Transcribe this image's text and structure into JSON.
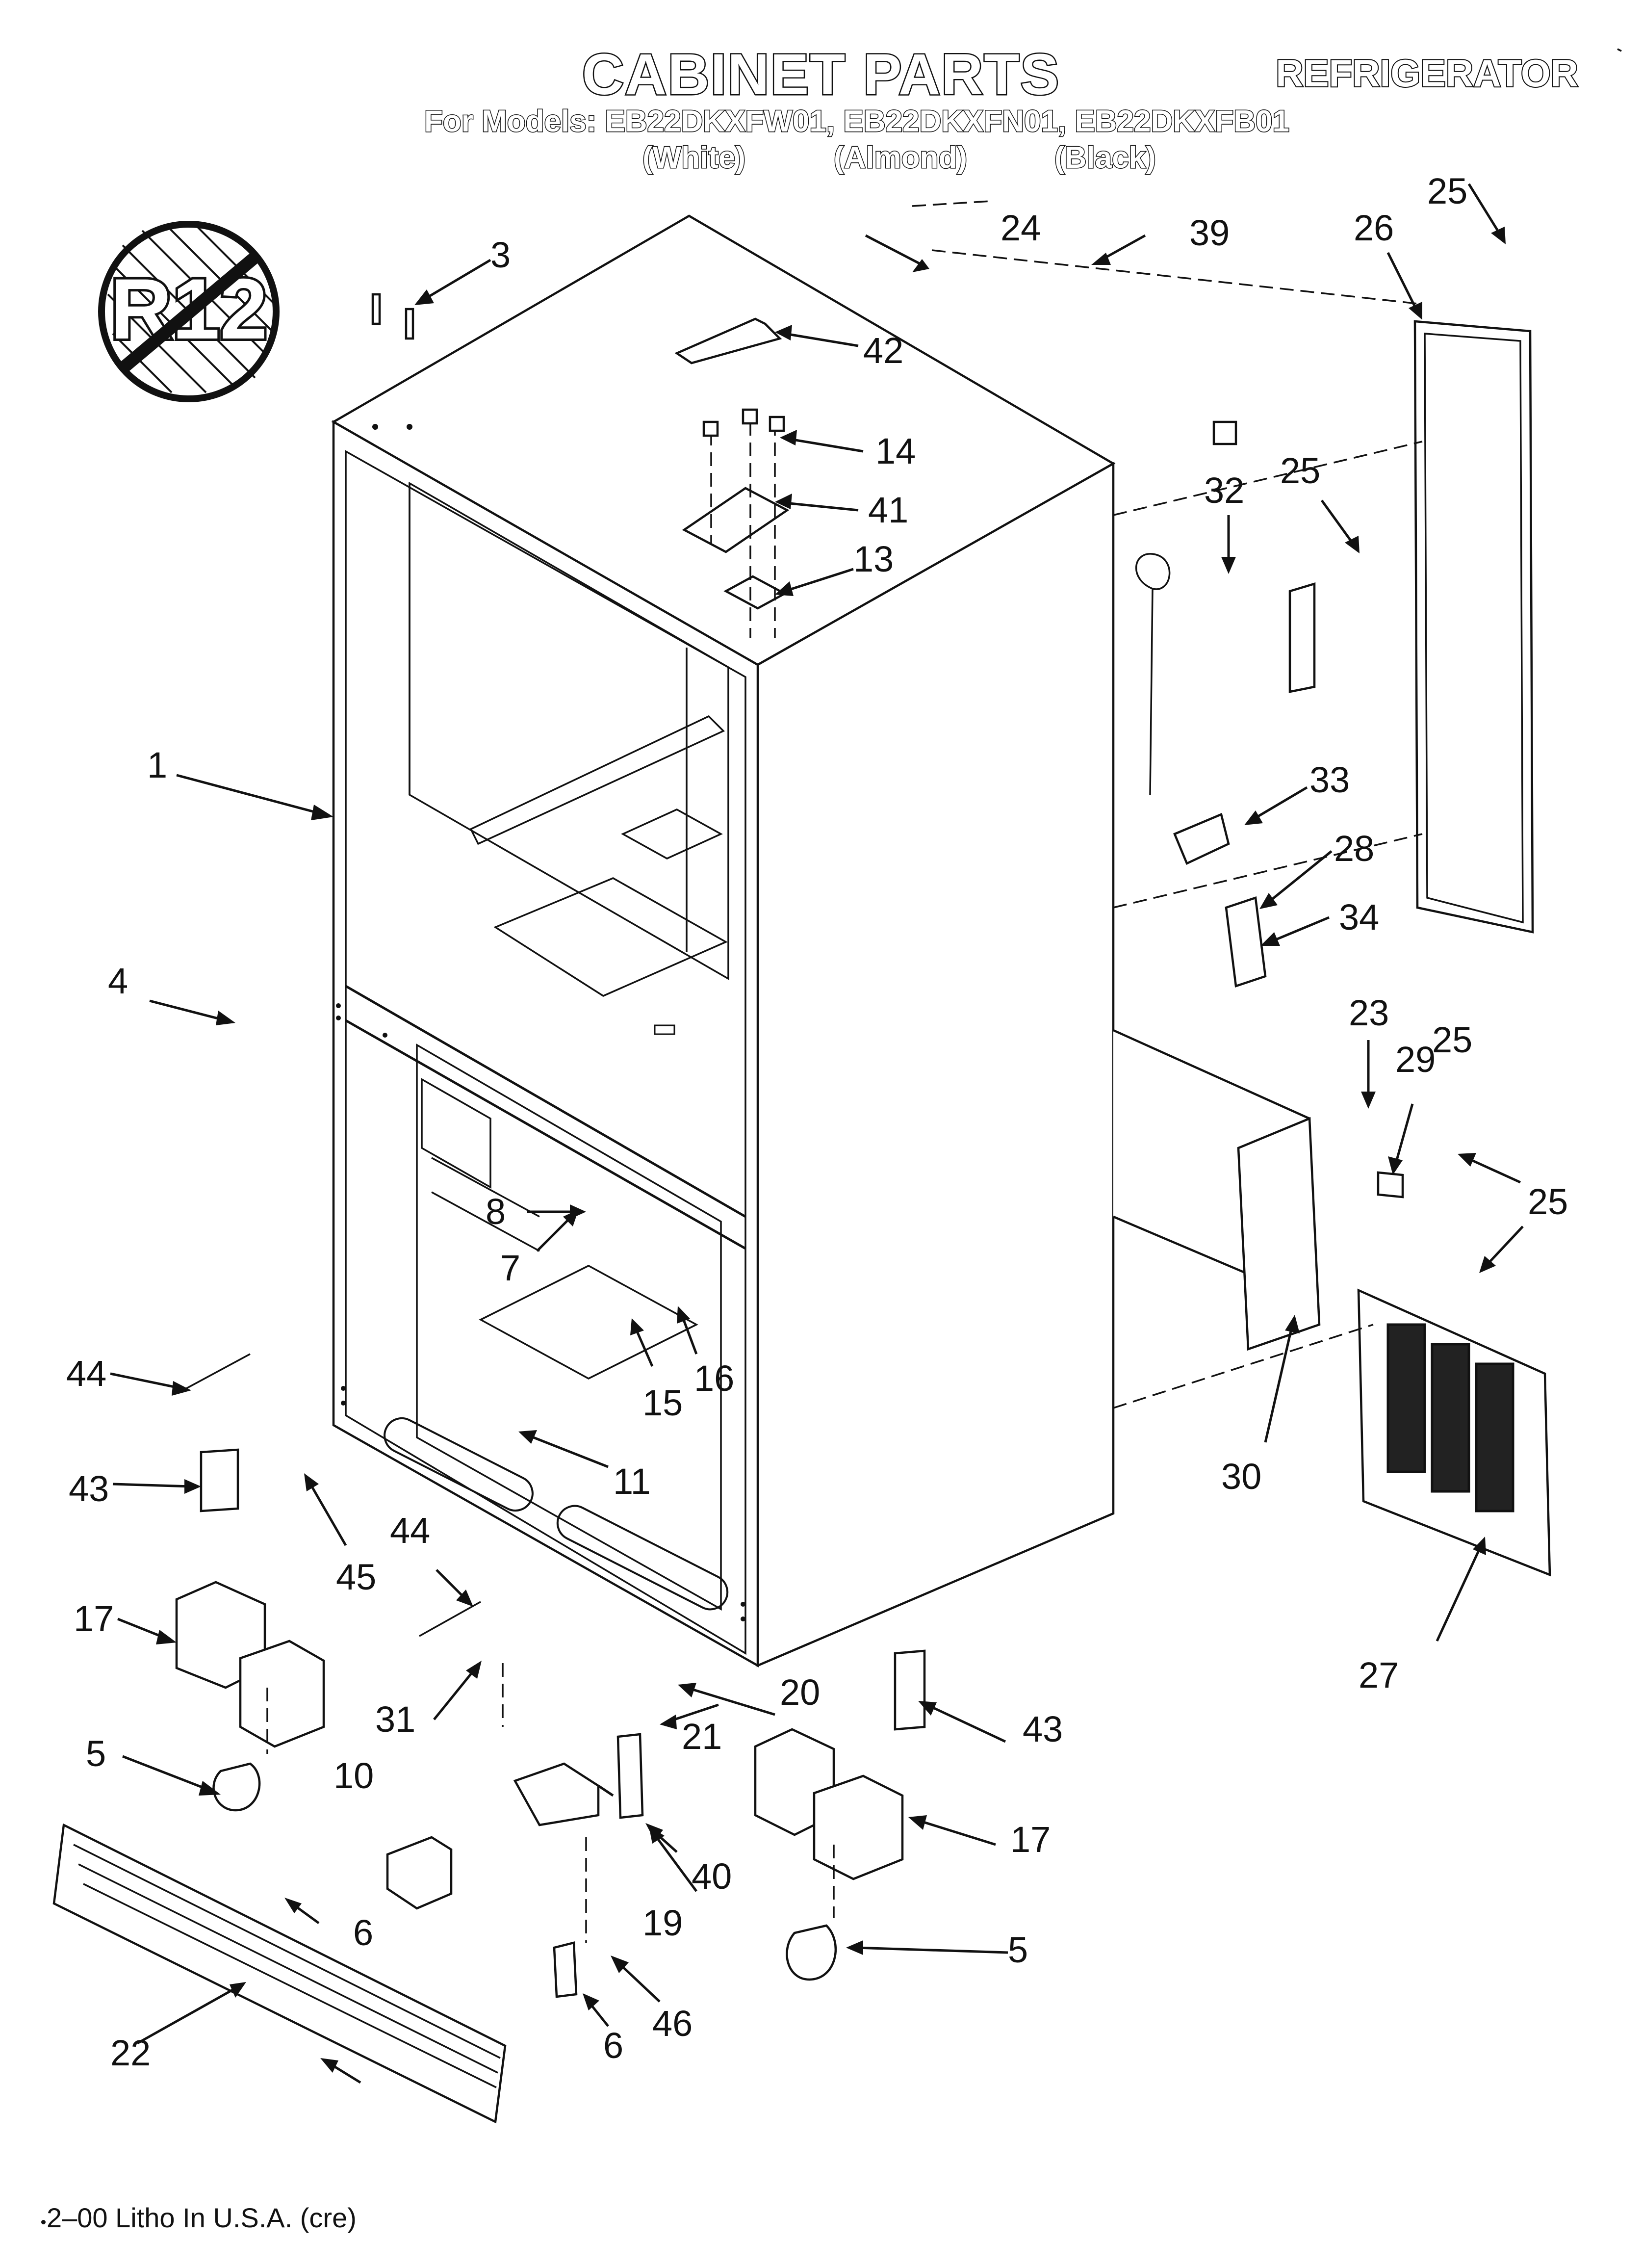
{
  "header": {
    "title": "CABINET PARTS",
    "product": "REFRIGERATOR",
    "models_line": "For Models: EB22DKXFW01, EB22DKXFN01, EB22DKXFB01",
    "color_white": "(White)",
    "color_almond": "(Almond)",
    "color_black": "(Black)"
  },
  "badge": {
    "text": "R12",
    "icon": "no-r12-refrigerant-icon"
  },
  "callouts": [
    "1",
    "3",
    "4",
    "5",
    "5",
    "6",
    "6",
    "7",
    "8",
    "10",
    "11",
    "13",
    "14",
    "15",
    "16",
    "17",
    "17",
    "19",
    "20",
    "21",
    "22",
    "23",
    "24",
    "25",
    "25",
    "25",
    "25",
    "26",
    "27",
    "28",
    "29",
    "30",
    "31",
    "32",
    "33",
    "34",
    "39",
    "40",
    "41",
    "42",
    "43",
    "43",
    "44",
    "44",
    "45",
    "46"
  ],
  "footer": {
    "litho": "2–00 Litho In U.S.A. (cre)"
  },
  "colors": {
    "ink": "#111111",
    "paper": "#ffffff"
  }
}
